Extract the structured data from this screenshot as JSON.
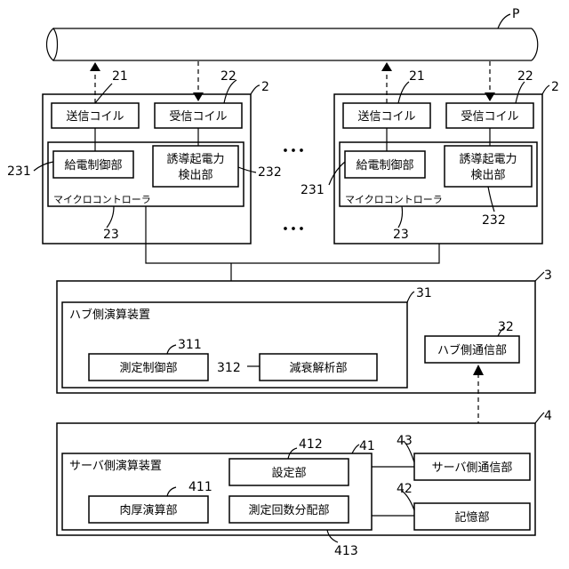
{
  "pipe": {
    "label": "P"
  },
  "sensor_left": {
    "ref": "2",
    "tx_coil": {
      "label": "送信コイル",
      "ref": "21"
    },
    "rx_coil": {
      "label": "受信コイル",
      "ref": "22"
    },
    "power_ctrl": {
      "label": "給電制御部",
      "ref": "231"
    },
    "emf_detect": {
      "line1": "誘導起電力",
      "line2": "検出部",
      "ref": "232"
    },
    "mcu": {
      "label": "マイクロコントローラ",
      "ref": "23"
    }
  },
  "sensor_right": {
    "ref": "2",
    "tx_coil": {
      "label": "送信コイル",
      "ref": "21"
    },
    "rx_coil": {
      "label": "受信コイル",
      "ref": "22"
    },
    "power_ctrl": {
      "label": "給電制御部",
      "ref": "231"
    },
    "emf_detect": {
      "line1": "誘導起電力",
      "line2": "検出部",
      "ref": "232"
    },
    "mcu": {
      "label": "マイクロコントローラ",
      "ref": "23"
    }
  },
  "ellipsis": "･･･",
  "hub": {
    "ref": "3",
    "compute": {
      "label": "ハブ側演算装置",
      "ref": "31"
    },
    "measure_ctrl": {
      "label": "測定制御部",
      "ref": "311"
    },
    "attenuation": {
      "label": "減衰解析部",
      "ref": "312"
    },
    "comm": {
      "label": "ハブ側通信部",
      "ref": "32"
    }
  },
  "server": {
    "ref": "4",
    "compute": {
      "label": "サーバ側演算装置",
      "ref": "41"
    },
    "thickness": {
      "label": "肉厚演算部",
      "ref": "411"
    },
    "setting": {
      "label": "設定部",
      "ref": "412"
    },
    "count_alloc": {
      "label": "測定回数分配部",
      "ref": "413"
    },
    "comm": {
      "label": "サーバ側通信部",
      "ref": "43"
    },
    "storage": {
      "label": "記憶部",
      "ref": "42"
    }
  }
}
